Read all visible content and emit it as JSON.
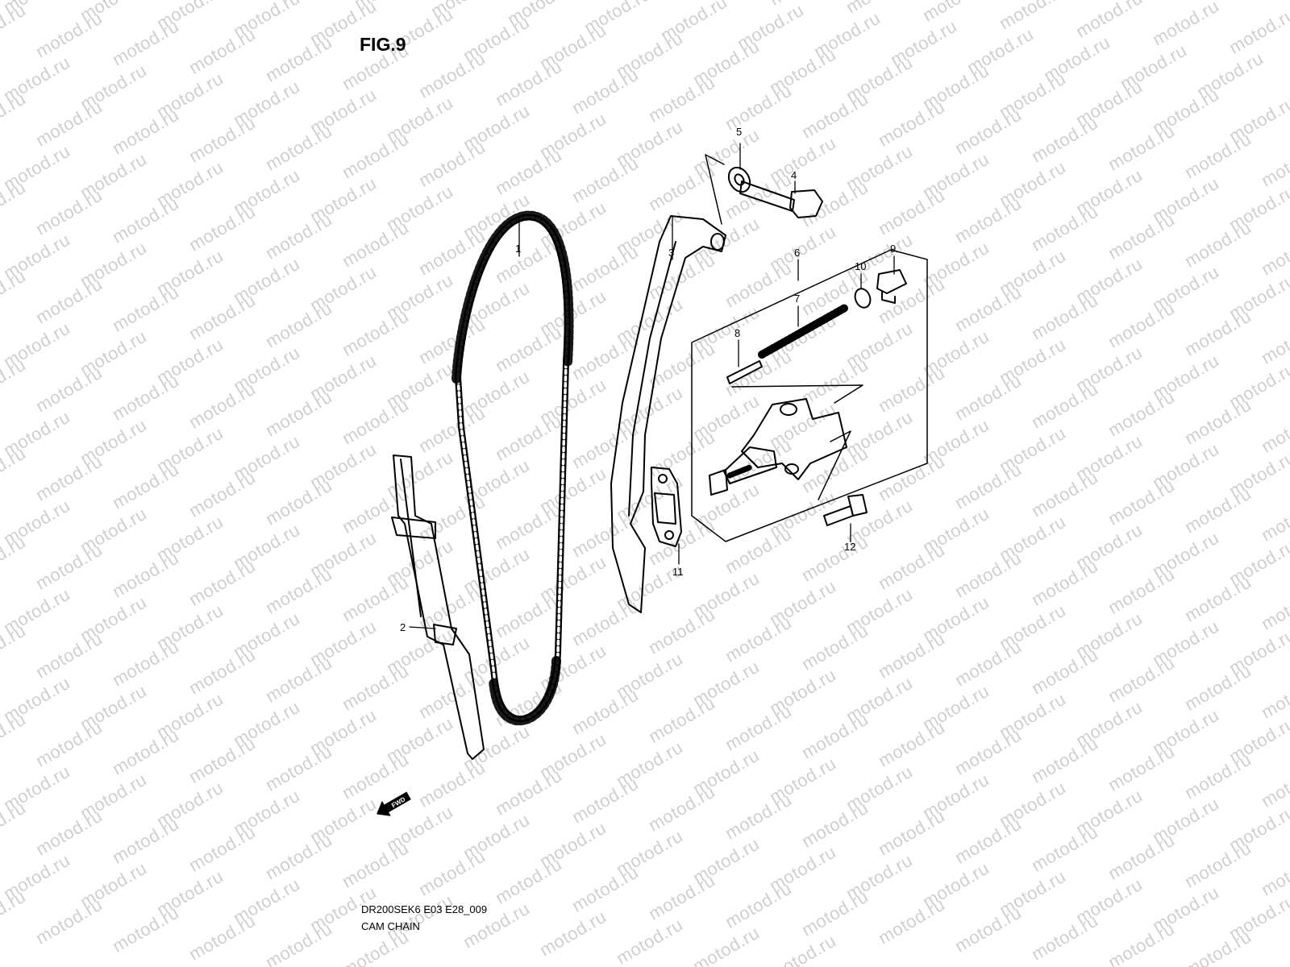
{
  "figure": {
    "title": "FIG.9"
  },
  "watermark": {
    "text": "motod.ru"
  },
  "fwd_label": "FWD",
  "callouts": {
    "c1": "1",
    "c2": "2",
    "c3": "3",
    "c4": "4",
    "c5": "5",
    "c6": "6",
    "c7": "7",
    "c8": "8",
    "c9": "9",
    "c10": "10",
    "c11": "11",
    "c12": "12"
  },
  "footer": {
    "code": "DR200SEK6 E03 E28_009",
    "name": "CAM CHAIN"
  },
  "colors": {
    "line": "#000000",
    "watermark": "#cfcfcf",
    "background": "#ffffff"
  }
}
